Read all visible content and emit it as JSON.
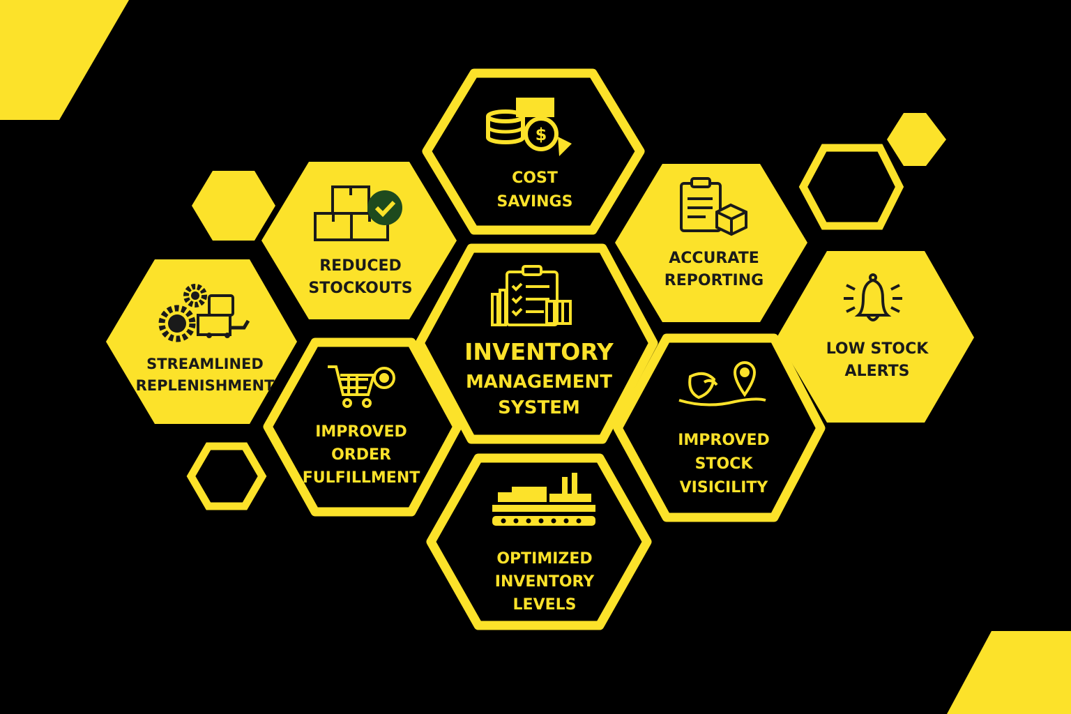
{
  "colors": {
    "background": "#000000",
    "accent": "#FCE22A",
    "dark_text": "#1A1A1A",
    "check_circle": "#1E4A1E"
  },
  "center": {
    "icon": "clipboard-checklist-icon",
    "lines": [
      "INVENTORY",
      "MANAGEMENT",
      "SYSTEM"
    ]
  },
  "benefits": {
    "cost_savings": {
      "icon": "coins-dollar-icon",
      "lines": [
        "COST",
        "SAVINGS"
      ]
    },
    "reduced_stockouts": {
      "icon": "boxes-check-icon",
      "lines": [
        "REDUCED",
        "STOCKOUTS"
      ]
    },
    "accurate_reporting": {
      "icon": "clipboard-box-icon",
      "lines": [
        "ACCURATE",
        "REPORTING"
      ]
    },
    "streamlined_replenishment": {
      "icon": "gears-truck-icon",
      "lines": [
        "STREAMLINED",
        "REPLENISHMENT"
      ]
    },
    "improved_order_fulfillment": {
      "icon": "shopping-cart-icon",
      "lines": [
        "IMPROVED",
        "ORDER",
        "FULFILLMENT"
      ]
    },
    "improved_stock_visibility": {
      "icon": "map-location-icon",
      "lines": [
        "IMPROVED",
        "STOCK",
        "VISICILITY"
      ]
    },
    "low_stock_alerts": {
      "icon": "bell-icon",
      "lines": [
        "LOW STOCK",
        "ALERTS"
      ]
    },
    "optimized_inventory_levels": {
      "icon": "factory-conveyor-icon",
      "lines": [
        "OPTIMIZED",
        "INVENTORY",
        "LEVELS"
      ]
    }
  }
}
